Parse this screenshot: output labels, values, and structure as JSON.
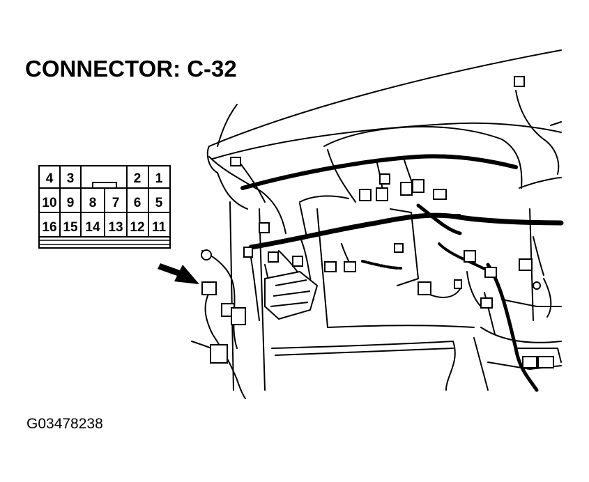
{
  "title": "CONNECTOR: C-32",
  "figure_id": "G03478238",
  "connector": {
    "top_row": [
      "4",
      "3",
      "",
      "",
      "2",
      "1"
    ],
    "middle_row": [
      "10",
      "9",
      "8",
      "7",
      "6",
      "5"
    ],
    "bottom_row": [
      "16",
      "15",
      "14",
      "13",
      "12",
      "11"
    ]
  },
  "icons": {
    "pointer": "arrow-icon"
  }
}
